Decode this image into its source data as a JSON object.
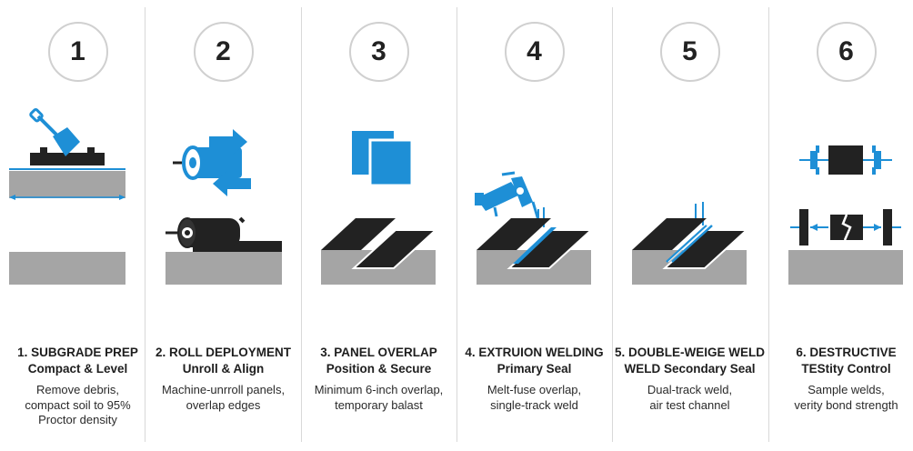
{
  "accent_color": "#1e8fd6",
  "dark_color": "#222222",
  "ground_color": "#a5a5a5",
  "steps": [
    {
      "number": "1",
      "title": "1. SUBGRADE PREP",
      "subtitle": "Compact & Level",
      "desc": [
        "Remove debris,",
        "compact soil to 95%",
        "Proctor density"
      ],
      "icon": "shovel-compaction-icon"
    },
    {
      "number": "2",
      "title": "2. ROLL DEPLOYMENT",
      "subtitle": "Unroll & Align",
      "desc": [
        "Machine-unrroll panels,",
        "overlap edges"
      ],
      "icon": "roll-deployment-icon"
    },
    {
      "number": "3",
      "title": "3. PANEL OVERLAP",
      "subtitle": "Position & Secure",
      "desc": [
        "Minimum 6-inch overlap,",
        "temporary balast"
      ],
      "icon": "overlapping-panels-icon"
    },
    {
      "number": "4",
      "title": "4. EXTRUION WELDING",
      "subtitle": "Primary Seal",
      "desc": [
        "Melt-fuse overlap,",
        "single-track weld"
      ],
      "icon": "extrusion-welder-icon"
    },
    {
      "number": "5",
      "title": "5. DOUBLE-WEIGE WELD",
      "subtitle": "WELD Secondary Seal",
      "desc": [
        "Dual-track weld,",
        "air test channel"
      ],
      "icon": "dual-track-weld-icon"
    },
    {
      "number": "6",
      "title": "6. DESTRUCTIVE",
      "subtitle": "TEStity Control",
      "desc": [
        "Sample welds,",
        "verity bond strength"
      ],
      "icon": "destructive-test-icon"
    }
  ]
}
